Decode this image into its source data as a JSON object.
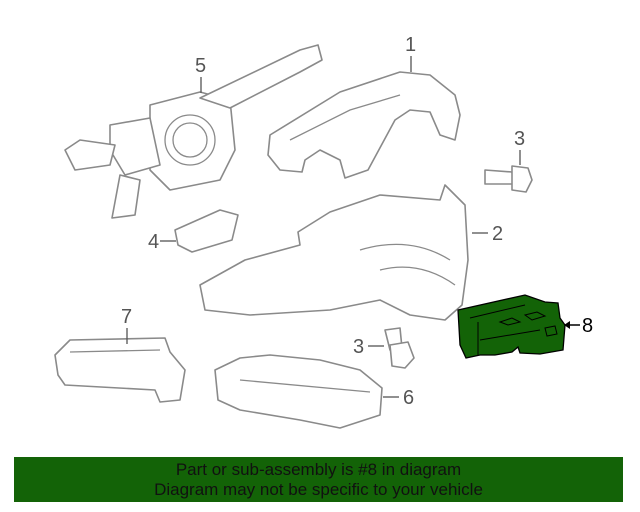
{
  "diagram": {
    "callouts": [
      "1",
      "2",
      "3",
      "3",
      "4",
      "5",
      "6",
      "7",
      "8"
    ],
    "highlight_color": "#136307"
  },
  "banner": {
    "line1": "Part or sub-assembly is #8 in diagram",
    "line2": "Diagram may not be specific to your vehicle",
    "color": "#136307"
  }
}
